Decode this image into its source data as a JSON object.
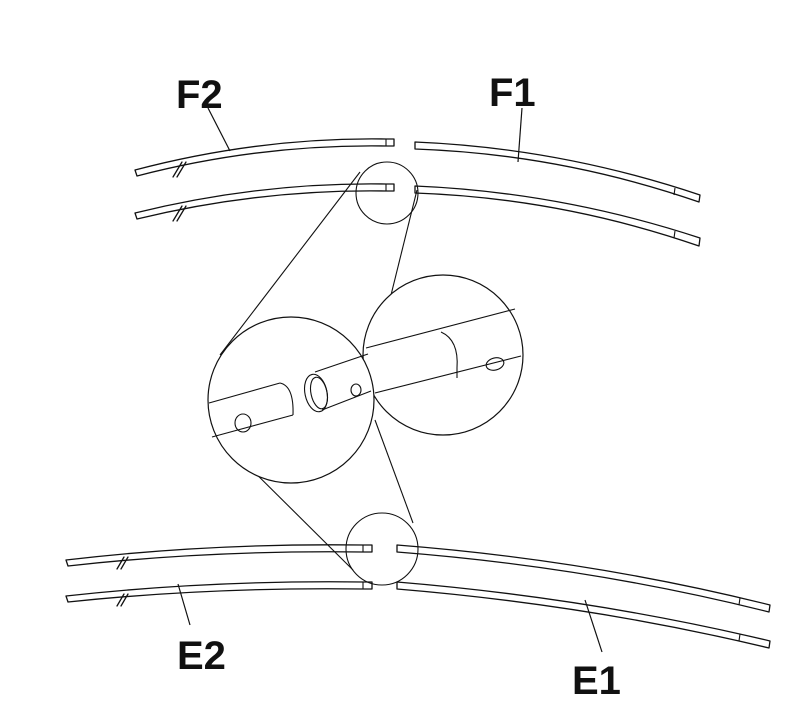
{
  "labels": {
    "f1": "F1",
    "f2": "F2",
    "e1": "E1",
    "e2": "E2"
  }
}
